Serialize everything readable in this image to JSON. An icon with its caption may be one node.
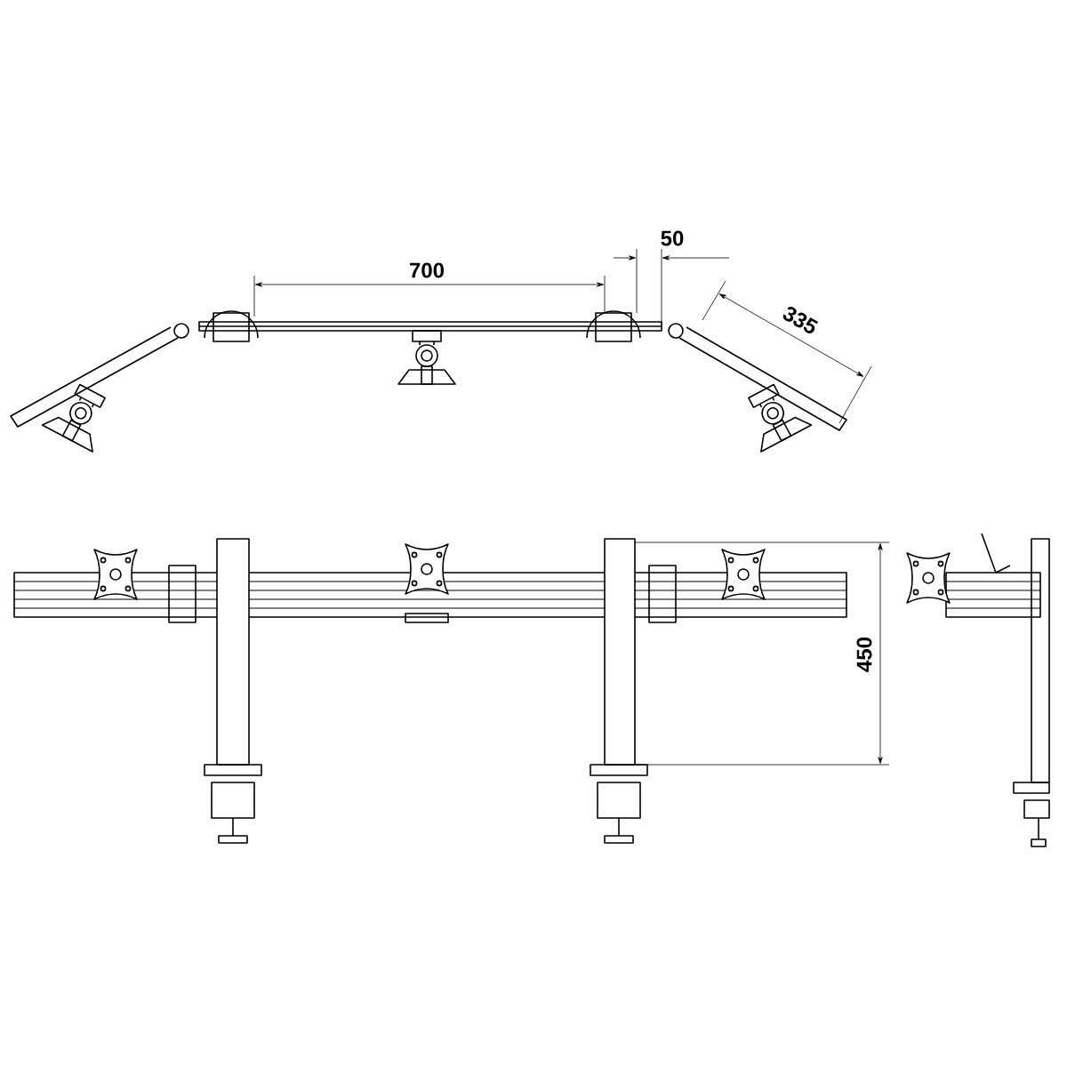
{
  "diagram": {
    "labels": [
      "700",
      "50",
      "335",
      "450"
    ]
  }
}
